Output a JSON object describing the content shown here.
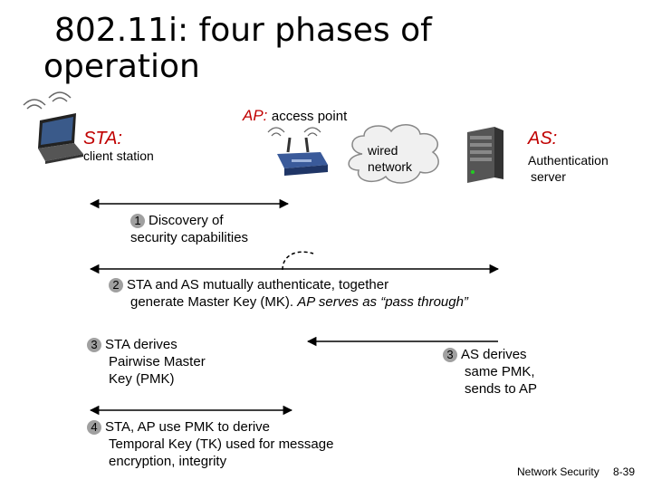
{
  "title": {
    "line1": "802.11i: four phases of",
    "line2": "operation"
  },
  "sta": {
    "label": "STA:",
    "desc": "client station"
  },
  "ap": {
    "label": "AP:",
    "desc": "access point"
  },
  "network": {
    "line1": "wired",
    "line2": "network"
  },
  "as": {
    "label": "AS:",
    "line1": "Authentication",
    "line2": "server"
  },
  "steps": [
    {
      "num": "1",
      "line1": "Discovery of",
      "line2": "security capabilities"
    },
    {
      "num": "2",
      "line1": "STA and AS mutually authenticate, together",
      "line2a": "generate Master Key (MK). ",
      "line2b": "AP serves as “pass through”"
    },
    {
      "num": "3",
      "line1": "STA derives",
      "line2": "Pairwise Master",
      "line3": "Key (PMK)"
    },
    {
      "num": "3",
      "line1": "AS derives",
      "line2": "same PMK,",
      "line3": "sends to AP"
    },
    {
      "num": "4",
      "line1": "STA, AP use PMK to derive",
      "line2": "Temporal Key (TK) used for message",
      "line3": "encryption, integrity"
    }
  ],
  "footer": {
    "left": "Network Security",
    "right": "8-39"
  },
  "colors": {
    "accent": "#c00000",
    "badge": "#a0a0a0"
  }
}
